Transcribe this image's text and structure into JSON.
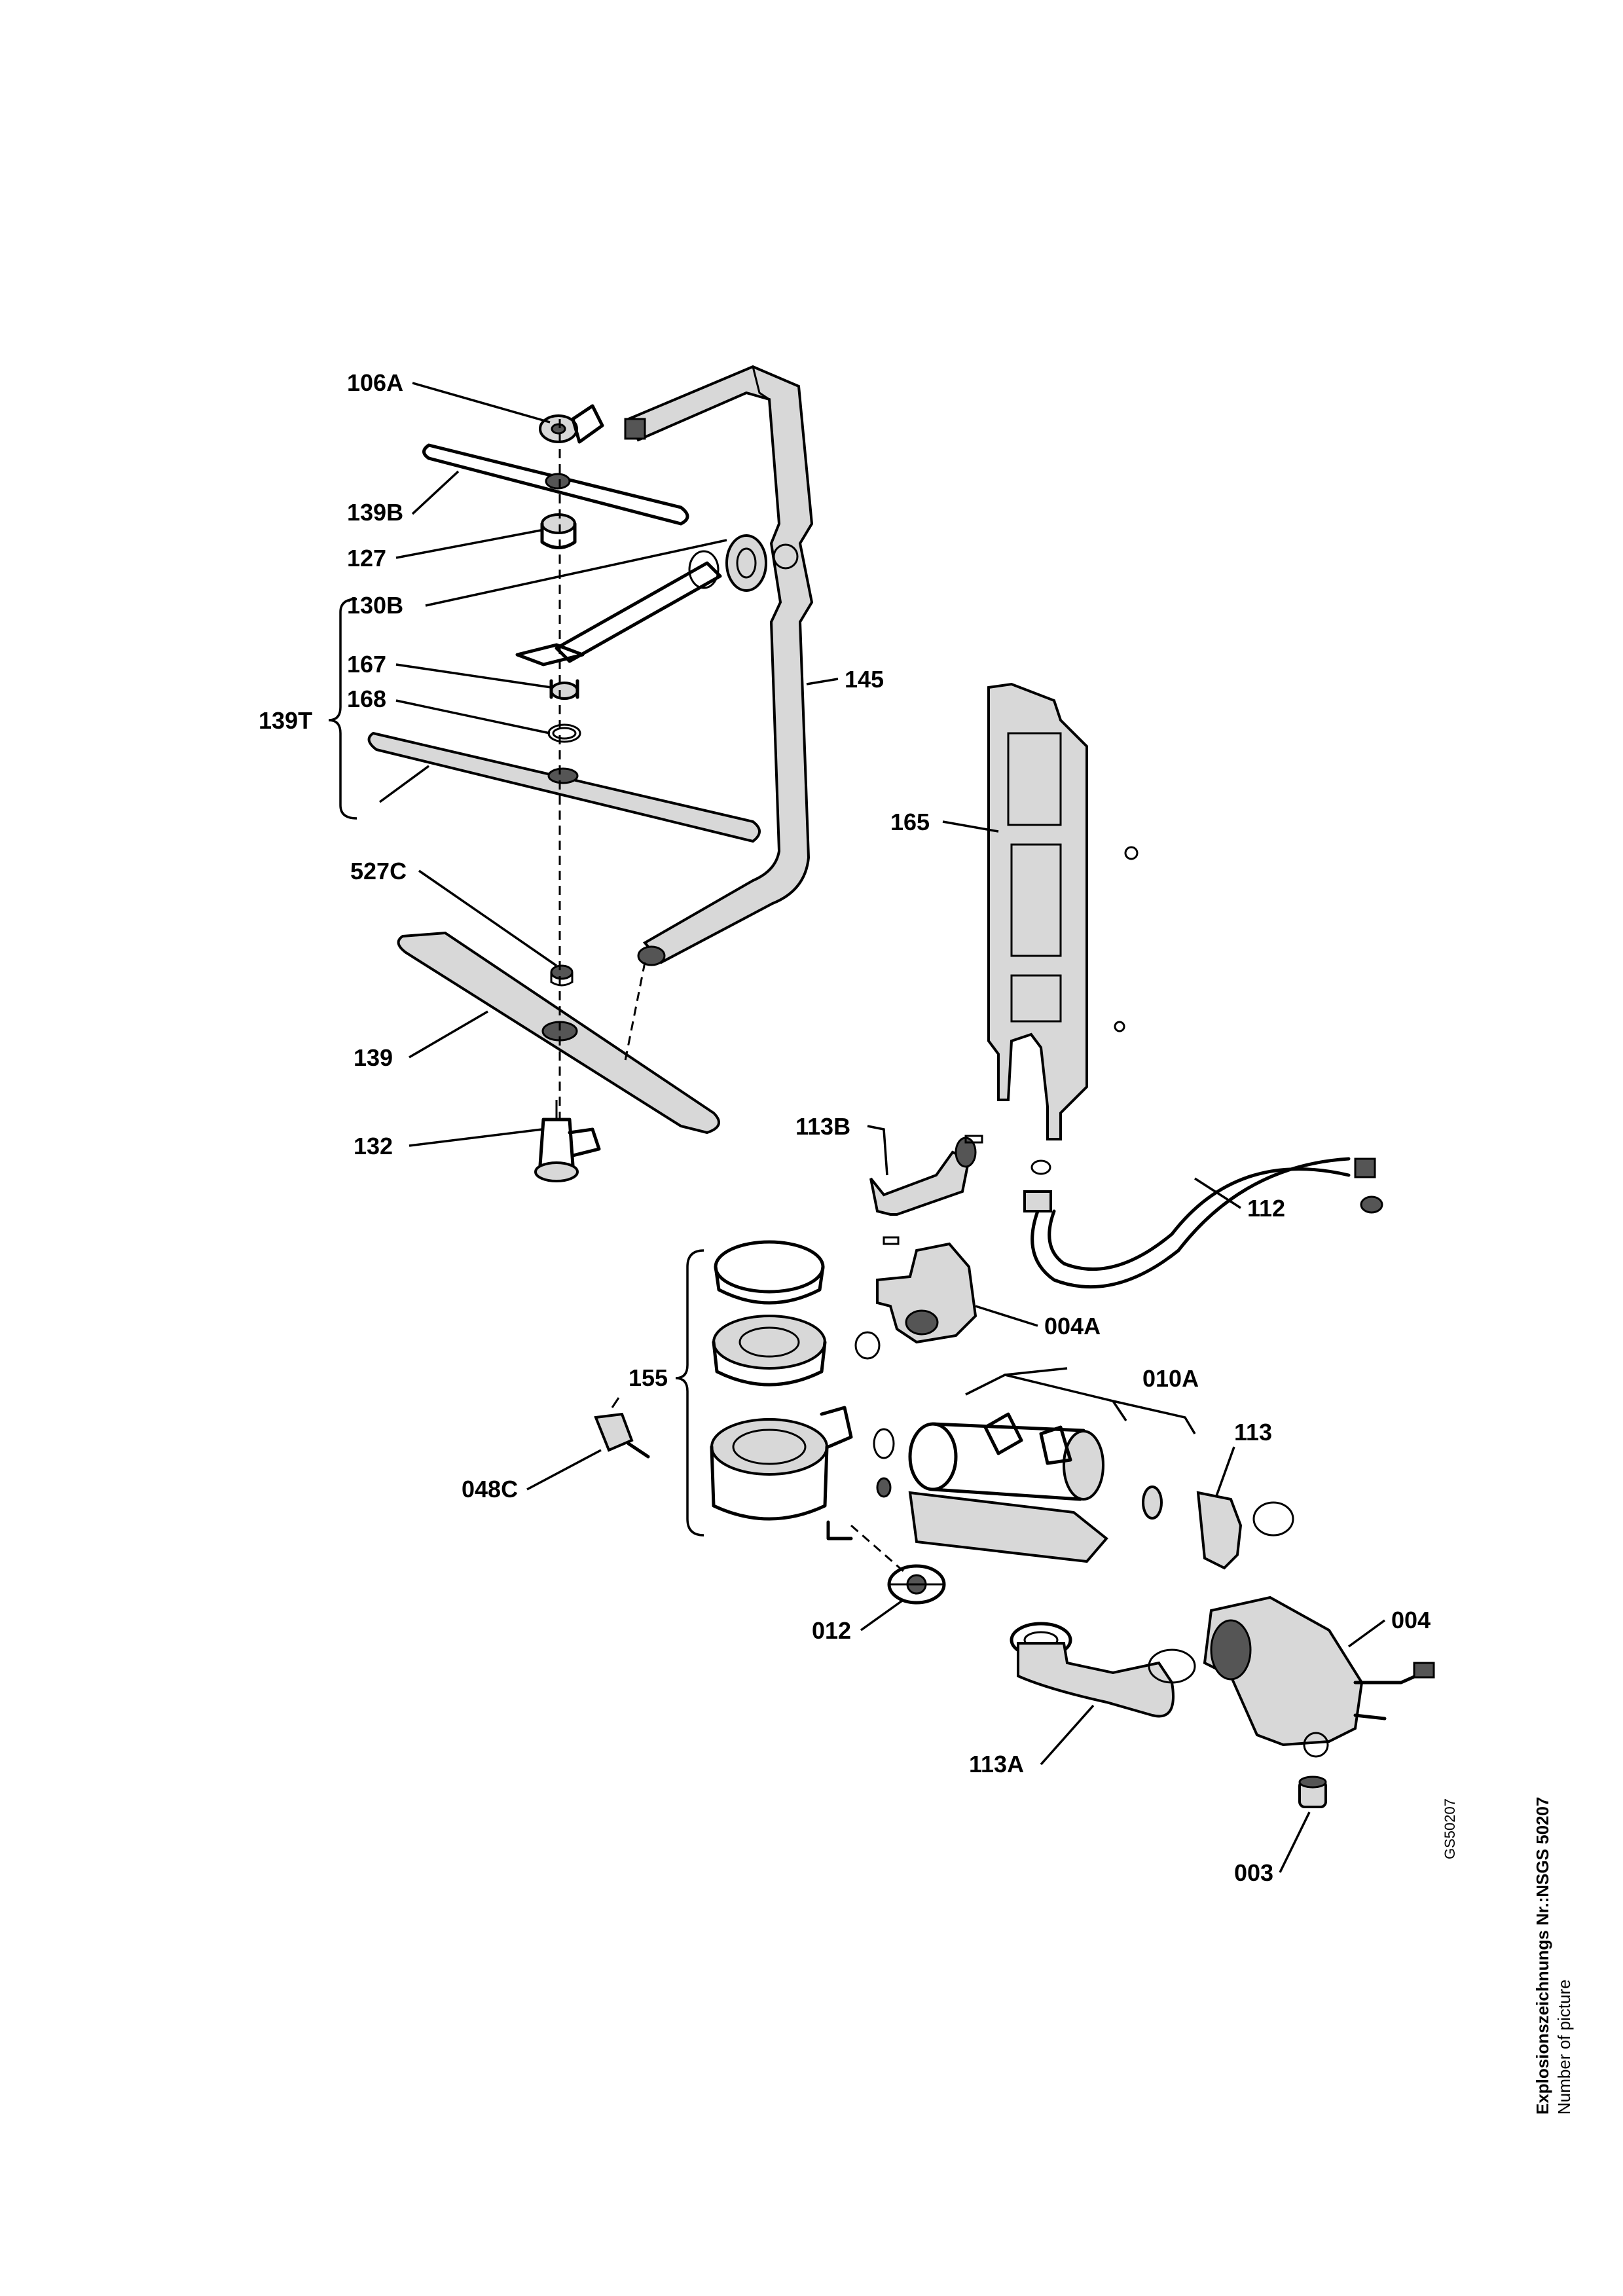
{
  "labels": {
    "l106A": "106A",
    "l139B": "139B",
    "l127": "127",
    "l130B": "130B",
    "l167": "167",
    "l168": "168",
    "l139T": "139T",
    "l145": "145",
    "l165": "165",
    "l527C": "527C",
    "l139": "139",
    "l132": "132",
    "l113B": "113B",
    "l112": "112",
    "l004A": "004A",
    "l155": "155",
    "l010A": "010A",
    "l113": "113",
    "l048C": "048C",
    "l012": "012",
    "l004": "004",
    "l113A": "113A",
    "l003": "003"
  },
  "margin": {
    "code": "GS50207",
    "title": "Explosionszeichnungs Nr.:NSGS 50207",
    "subtitle": "Number of picture"
  }
}
